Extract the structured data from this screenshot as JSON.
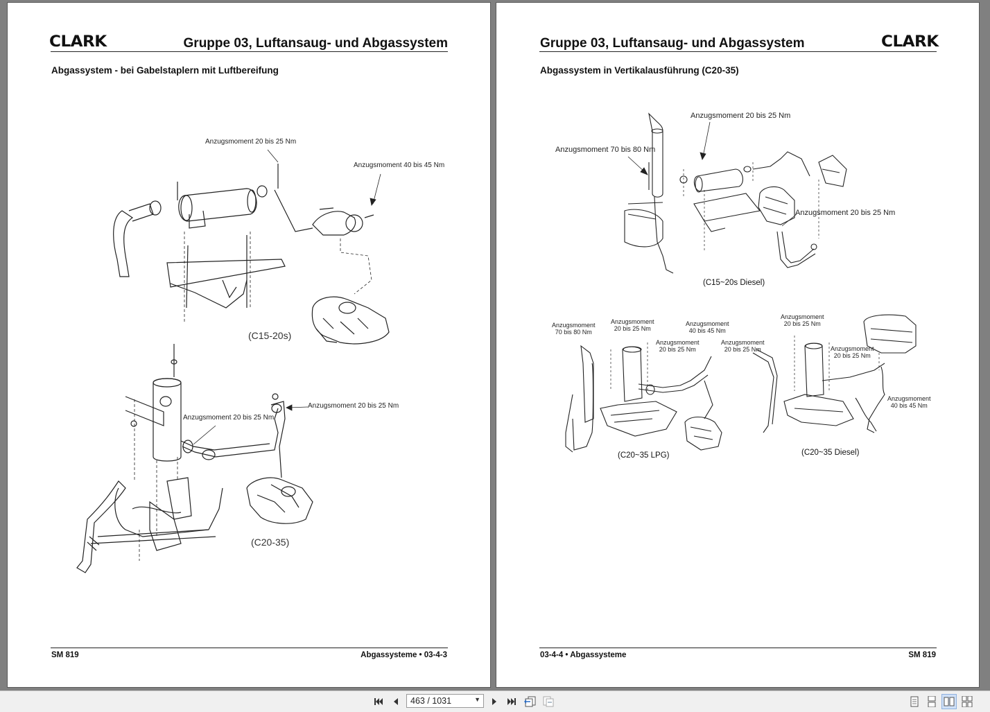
{
  "left_page": {
    "logo": "CLARK",
    "title": "Gruppe 03, Luftansaug- und Abgassystem",
    "subtitle": "Abgassystem - bei Gabelstaplern mit Luftbereifung",
    "labels": {
      "torque_a": "Anzugsmoment 20 bis 25 Nm",
      "torque_b": "Anzugsmoment 40 bis 45 Nm",
      "torque_c": "Anzugsmoment 20 bis 25 Nm",
      "torque_d": "Anzugsmoment 20 bis 25 Nm"
    },
    "captions": {
      "top": "(C15-20s)",
      "bottom": "(C20-35)"
    },
    "footer_left": "SM 819",
    "footer_right": "Abgassysteme • 03-4-3"
  },
  "right_page": {
    "logo": "CLARK",
    "title": "Gruppe 03, Luftansaug- und Abgassystem",
    "subtitle": "Abgassystem in Vertikalausführung (C20-35)",
    "labels": {
      "torque_a": "Anzugsmoment 20 bis 25 Nm",
      "torque_b": "Anzugsmoment 70 bis 80 Nm",
      "torque_c": "Anzugsmoment 20 bis 25 Nm",
      "lpg_1_line1": "Anzugsmoment",
      "lpg_1_line2": "70 bis 80 Nm",
      "lpg_2_line1": "Anzugsmoment",
      "lpg_2_line2": "20 bis 25 Nm",
      "lpg_3_line1": "Anzugsmoment",
      "lpg_3_line2": "40 bis 45 Nm",
      "lpg_4_line1": "Anzugsmoment",
      "lpg_4_line2": "20 bis 25 Nm",
      "dsl_1_line1": "Anzugsmoment",
      "dsl_1_line2": "20 bis 25 Nm",
      "dsl_2_line1": "Anzugsmoment",
      "dsl_2_line2": "20 bis 25 Nm",
      "dsl_3_line1": "Anzugsmoment",
      "dsl_3_line2": "20 bis 25 Nm",
      "dsl_4_line1": "Anzugsmoment",
      "dsl_4_line2": "40 bis 45 Nm"
    },
    "captions": {
      "top": "(C15~20s Diesel)",
      "lpg": "(C20~35 LPG)",
      "diesel": "(C20~35 Diesel)"
    },
    "footer_left": "03-4-4 • Abgassysteme",
    "footer_right": "SM 819"
  },
  "toolbar": {
    "page_indicator": "463 / 1031",
    "icons": [
      "first-page-icon",
      "previous-page-icon",
      "next-page-icon",
      "last-page-icon",
      "go-back-view-icon",
      "go-forward-view-icon",
      "single-page-view-icon",
      "single-continuous-view-icon",
      "two-page-view-icon",
      "two-page-continuous-view-icon"
    ]
  }
}
